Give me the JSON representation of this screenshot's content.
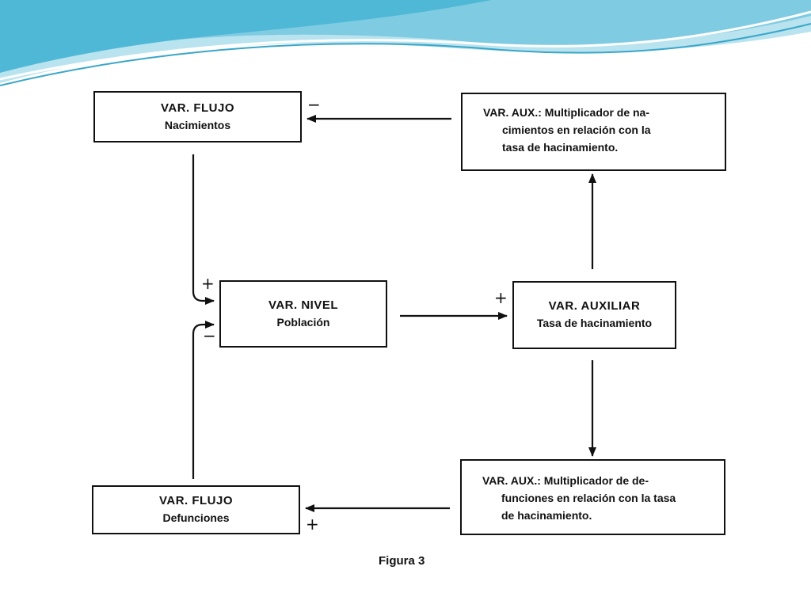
{
  "boxes": {
    "flujo_nacimientos": {
      "title": "VAR. FLUJO",
      "sub": "Nacimientos"
    },
    "nivel_poblacion": {
      "title": "VAR. NIVEL",
      "sub": "Población"
    },
    "auxiliar_hacinamiento": {
      "title": "VAR. AUXILIAR",
      "sub": "Tasa de hacinamiento"
    },
    "flujo_defunciones": {
      "title": "VAR. FLUJO",
      "sub": "Defunciones"
    },
    "aux_nacimientos": {
      "line1": "VAR. AUX.: Multiplicador de na-",
      "line2": "cimientos en relación con la",
      "line3": "tasa de hacinamiento."
    },
    "aux_defunciones": {
      "line1": "VAR. AUX.: Multiplicador de de-",
      "line2": "funciones en relación con la tasa",
      "line3": "de hacinamiento."
    }
  },
  "signs": {
    "nacimientos_feedback": "−",
    "nacimientos_to_poblacion": "+",
    "defunciones_to_poblacion": "−",
    "poblacion_to_hacinamiento": "+",
    "defunciones_feedback": "+"
  },
  "caption": "Figura 3",
  "colors": {
    "header_teal": "#4fb8d6",
    "header_light": "#a8dceb",
    "ink": "#111111"
  }
}
